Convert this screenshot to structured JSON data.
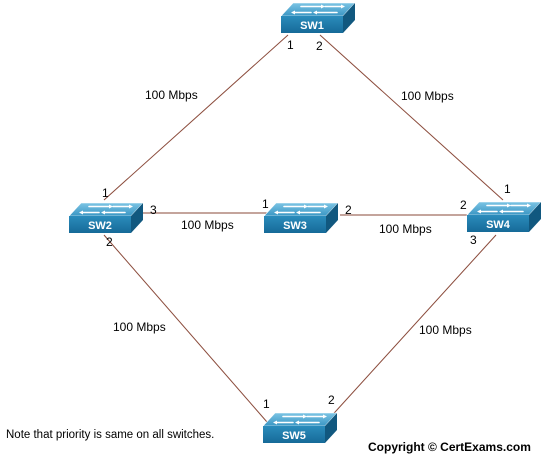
{
  "switches": {
    "sw1": {
      "name": "SW1"
    },
    "sw2": {
      "name": "SW2"
    },
    "sw3": {
      "name": "SW3"
    },
    "sw4": {
      "name": "SW4"
    },
    "sw5": {
      "name": "SW5"
    }
  },
  "links": {
    "sw1_sw2": {
      "speed": "100 Mbps",
      "port_a": "1",
      "port_b": "1"
    },
    "sw1_sw4": {
      "speed": "100 Mbps",
      "port_a": "2",
      "port_b": "1"
    },
    "sw2_sw3": {
      "speed": "100 Mbps",
      "port_a": "3",
      "port_b": "1"
    },
    "sw3_sw4": {
      "speed": "100 Mbps",
      "port_a": "2",
      "port_b": "2"
    },
    "sw2_sw5": {
      "speed": "100 Mbps",
      "port_a": "2",
      "port_b": "1"
    },
    "sw4_sw5": {
      "speed": "100 Mbps",
      "port_a": "3",
      "port_b": "2"
    }
  },
  "note": "Note that priority is same on all switches.",
  "copyright": "Copyright  ©  CertExams.com",
  "colors": {
    "switch_top": "#4aa8d0",
    "switch_front": "#1f7fb0",
    "link": "#8a4a3a"
  }
}
